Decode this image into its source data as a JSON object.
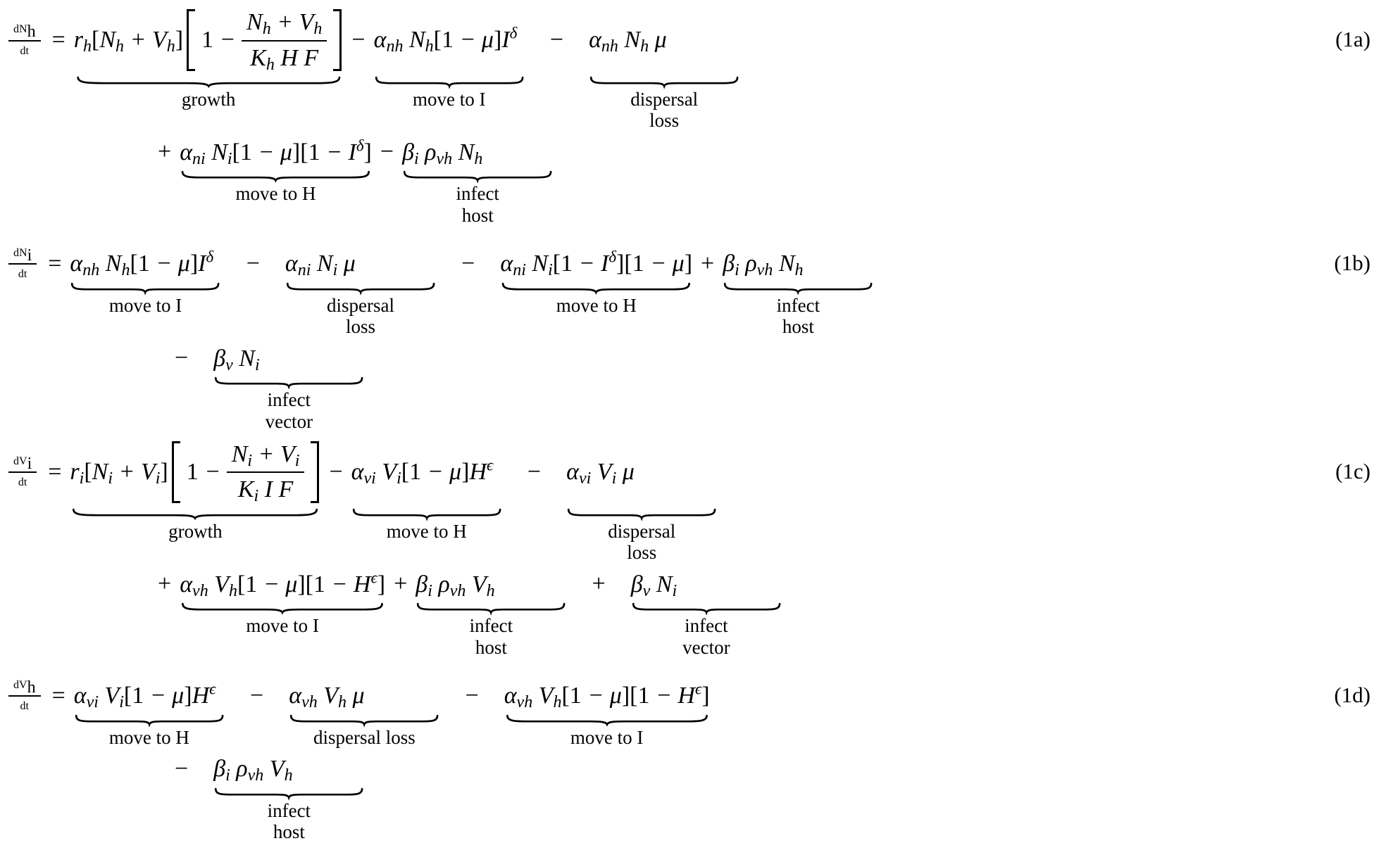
{
  "figure": {
    "background": "#ffffff",
    "ink": "#000000"
  },
  "eqs": [
    {
      "number": "(1a)",
      "lhs": {
        "num": "dN_{h}",
        "den": "dt"
      },
      "rows": [
        {
          "items": [
            {
              "op": "="
            },
            {
              "growth": {
                "prefix": "r_{h}[N_{h} + V_{h}]",
                "pre": "1 − ",
                "num": "N_{h} + V_{h}",
                "den": "K_{h} H F",
                "label": "growth"
              }
            },
            {
              "op": "−"
            },
            {
              "math": "α_{nh} N_{h}[1 − μ]I^{δ}",
              "label": "move to I"
            },
            {
              "op": "−"
            },
            {
              "math": "α_{nh} N_{h} μ",
              "label": "dispersal\nloss"
            }
          ]
        },
        {
          "items": [
            {
              "op": "+"
            },
            {
              "math": "α_{ni} N_{i}[1 − μ][1 − I^{δ}]",
              "label": "move to H"
            },
            {
              "op": "−"
            },
            {
              "math": "β_{i} ρ_{vh} N_{h}",
              "label": "infect\nhost"
            }
          ]
        }
      ]
    },
    {
      "number": "(1b)",
      "lhs": {
        "num": "dN_{i}",
        "den": "dt"
      },
      "rows": [
        {
          "items": [
            {
              "op": "="
            },
            {
              "math": "α_{nh} N_{h}[1 − μ]I^{δ}",
              "label": "move to I"
            },
            {
              "op": "−"
            },
            {
              "math": "α_{ni} N_{i} μ",
              "label": "dispersal\nloss"
            },
            {
              "op": "−"
            },
            {
              "math": "α_{ni} N_{i}[1 − I^{δ}][1 − μ]",
              "label": "move to H"
            },
            {
              "op": "+"
            },
            {
              "math": "β_{i} ρ_{vh} N_{h}",
              "label": "infect\nhost"
            }
          ]
        },
        {
          "items": [
            {
              "op": "−"
            },
            {
              "math": "β_{v} N_{i}",
              "label": "infect\nvector"
            }
          ]
        }
      ]
    },
    {
      "number": "(1c)",
      "lhs": {
        "num": "dV_{i}",
        "den": "dt"
      },
      "rows": [
        {
          "items": [
            {
              "op": "="
            },
            {
              "growth": {
                "prefix": "r_{i}[N_{i} + V_{i}]",
                "pre": "1 − ",
                "num": "N_{i} + V_{i}",
                "den": "K_{i} I F",
                "label": "growth"
              }
            },
            {
              "op": "−"
            },
            {
              "math": "α_{vi} V_{i}[1 − μ]H^{ϵ}",
              "label": "move to H"
            },
            {
              "op": "−"
            },
            {
              "math": "α_{vi} V_{i} μ",
              "label": "dispersal\nloss"
            }
          ]
        },
        {
          "items": [
            {
              "op": "+"
            },
            {
              "math": "α_{vh} V_{h}[1 − μ][1 − H^{ϵ}]",
              "label": "move to I"
            },
            {
              "op": "+"
            },
            {
              "math": "β_{i} ρ_{vh} V_{h}",
              "label": "infect\nhost"
            },
            {
              "op": "+"
            },
            {
              "math": "β_{v} N_{i}",
              "label": "infect\nvector"
            }
          ]
        }
      ]
    },
    {
      "number": "(1d)",
      "lhs": {
        "num": "dV_{h}",
        "den": "dt"
      },
      "rows": [
        {
          "items": [
            {
              "op": "="
            },
            {
              "math": "α_{vi} V_{i}[1 − μ]H^{ϵ}",
              "label": "move to H"
            },
            {
              "op": "−"
            },
            {
              "math": "α_{vh} V_{h} μ",
              "label": "dispersal loss"
            },
            {
              "op": "−"
            },
            {
              "math": "α_{vh} V_{h}[1 − μ][1 − H^{ϵ}]",
              "label": "move to I"
            }
          ]
        },
        {
          "items": [
            {
              "op": "−"
            },
            {
              "math": "β_{i} ρ_{vh} V_{h}",
              "label": "infect\nhost"
            }
          ]
        }
      ]
    }
  ]
}
